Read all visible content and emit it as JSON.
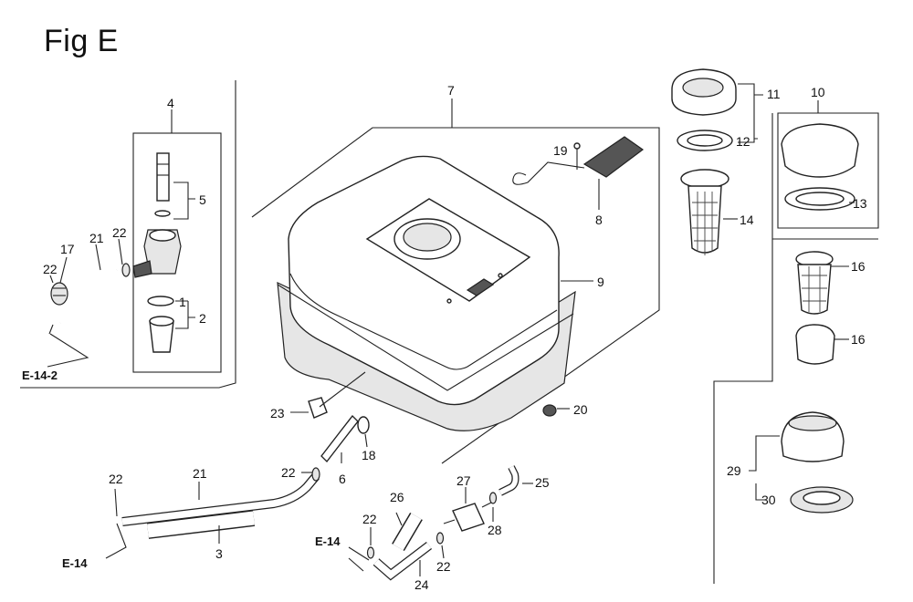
{
  "figure_title": "Fig E",
  "callouts": {
    "c1": "1",
    "c2": "2",
    "c3": "3",
    "c4": "4",
    "c5": "5",
    "c6": "6",
    "c7": "7",
    "c8": "8",
    "c9": "9",
    "c10": "10",
    "c11": "11",
    "c12": "12",
    "c13": "13",
    "c14": "14",
    "c16a": "16",
    "c16b": "16",
    "c17": "17",
    "c18": "18",
    "c19": "19",
    "c20": "20",
    "c21a": "21",
    "c21b": "21",
    "c22a": "22",
    "c22b": "22",
    "c22c": "22",
    "c22d": "22",
    "c22e": "22",
    "c22f": "22",
    "c23": "23",
    "c24": "24",
    "c25": "25",
    "c26": "26",
    "c27": "27",
    "c28": "28",
    "c29": "29",
    "c30": "30"
  },
  "references": {
    "r1": "E-14-2",
    "r2": "E-14",
    "r3": "E-14"
  }
}
